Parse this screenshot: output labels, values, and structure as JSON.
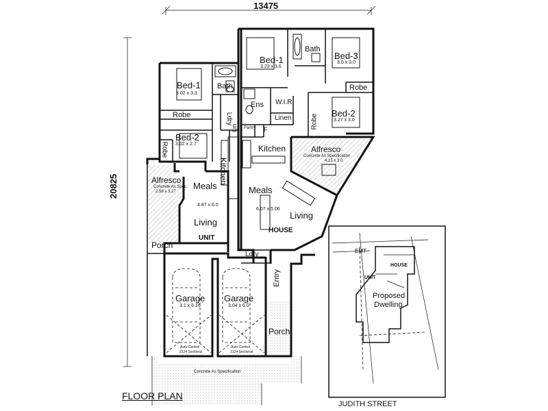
{
  "plan": {
    "title": "FLOOR PLAN",
    "overall_width": "13475",
    "overall_depth": "20825"
  },
  "unit": {
    "label": "UNIT",
    "bed1": {
      "name": "Bed-1",
      "size": "3.02 x 3.3"
    },
    "bath": "Bath",
    "robe1": "Robe",
    "ldry": "Ldry",
    "bed2": {
      "name": "Bed-2",
      "size": "3.02 x 2.7"
    },
    "robe2": "Robe",
    "lin": "Lin",
    "kitchen": "Kitchen",
    "alfresco": {
      "name": "Alfresco",
      "note": "Concrete As Spec.",
      "size": "2.56 x 3.27"
    },
    "meals": "Meals",
    "living_size": "4.87 x 6.0",
    "living": "Living",
    "porch": "Porch",
    "garage": {
      "name": "Garage",
      "size": "3.1 x 6.16"
    },
    "garage_door": {
      "line1": "Auto-Control",
      "line2": "2124 Sectional"
    }
  },
  "house": {
    "label": "HOUSE",
    "bed1": {
      "name": "Bed-1",
      "size": "3.23 x 3.6"
    },
    "bath": "Bath",
    "bed3": {
      "name": "Bed-3",
      "size": "3.0 x 3.0"
    },
    "robe3": "Robe",
    "ens": "Ens",
    "wir": "W.I.R.",
    "linen": "Linen",
    "bed2": {
      "name": "Bed-2",
      "size": "3.27 x 3.0"
    },
    "robe2": "Robe",
    "pantry": "Pantry",
    "fridge": "F",
    "kitchen": "Kitchen",
    "alfresco": {
      "name": "Alfresco",
      "note": "Concrete As Specification",
      "size": "4.15 x 3.0"
    },
    "meals": "Meals",
    "meals_size": "6.07 x 5.06",
    "living": "Living",
    "ldry": "Ldry",
    "entry": "Entry",
    "porch": "Porch",
    "garage": {
      "name": "Garage",
      "size": "3.04 x 6.0"
    },
    "garage_door": {
      "line1": "Auto-Control",
      "line2": "2124 Sectional"
    }
  },
  "concrete_note": "Concrete As Specification",
  "site": {
    "street": "JUDITH STREET",
    "emt": "EMT",
    "house": "HOUSE",
    "unit": "UNIT",
    "proposed_line1": "Proposed",
    "proposed_line2": "Dwelling"
  }
}
